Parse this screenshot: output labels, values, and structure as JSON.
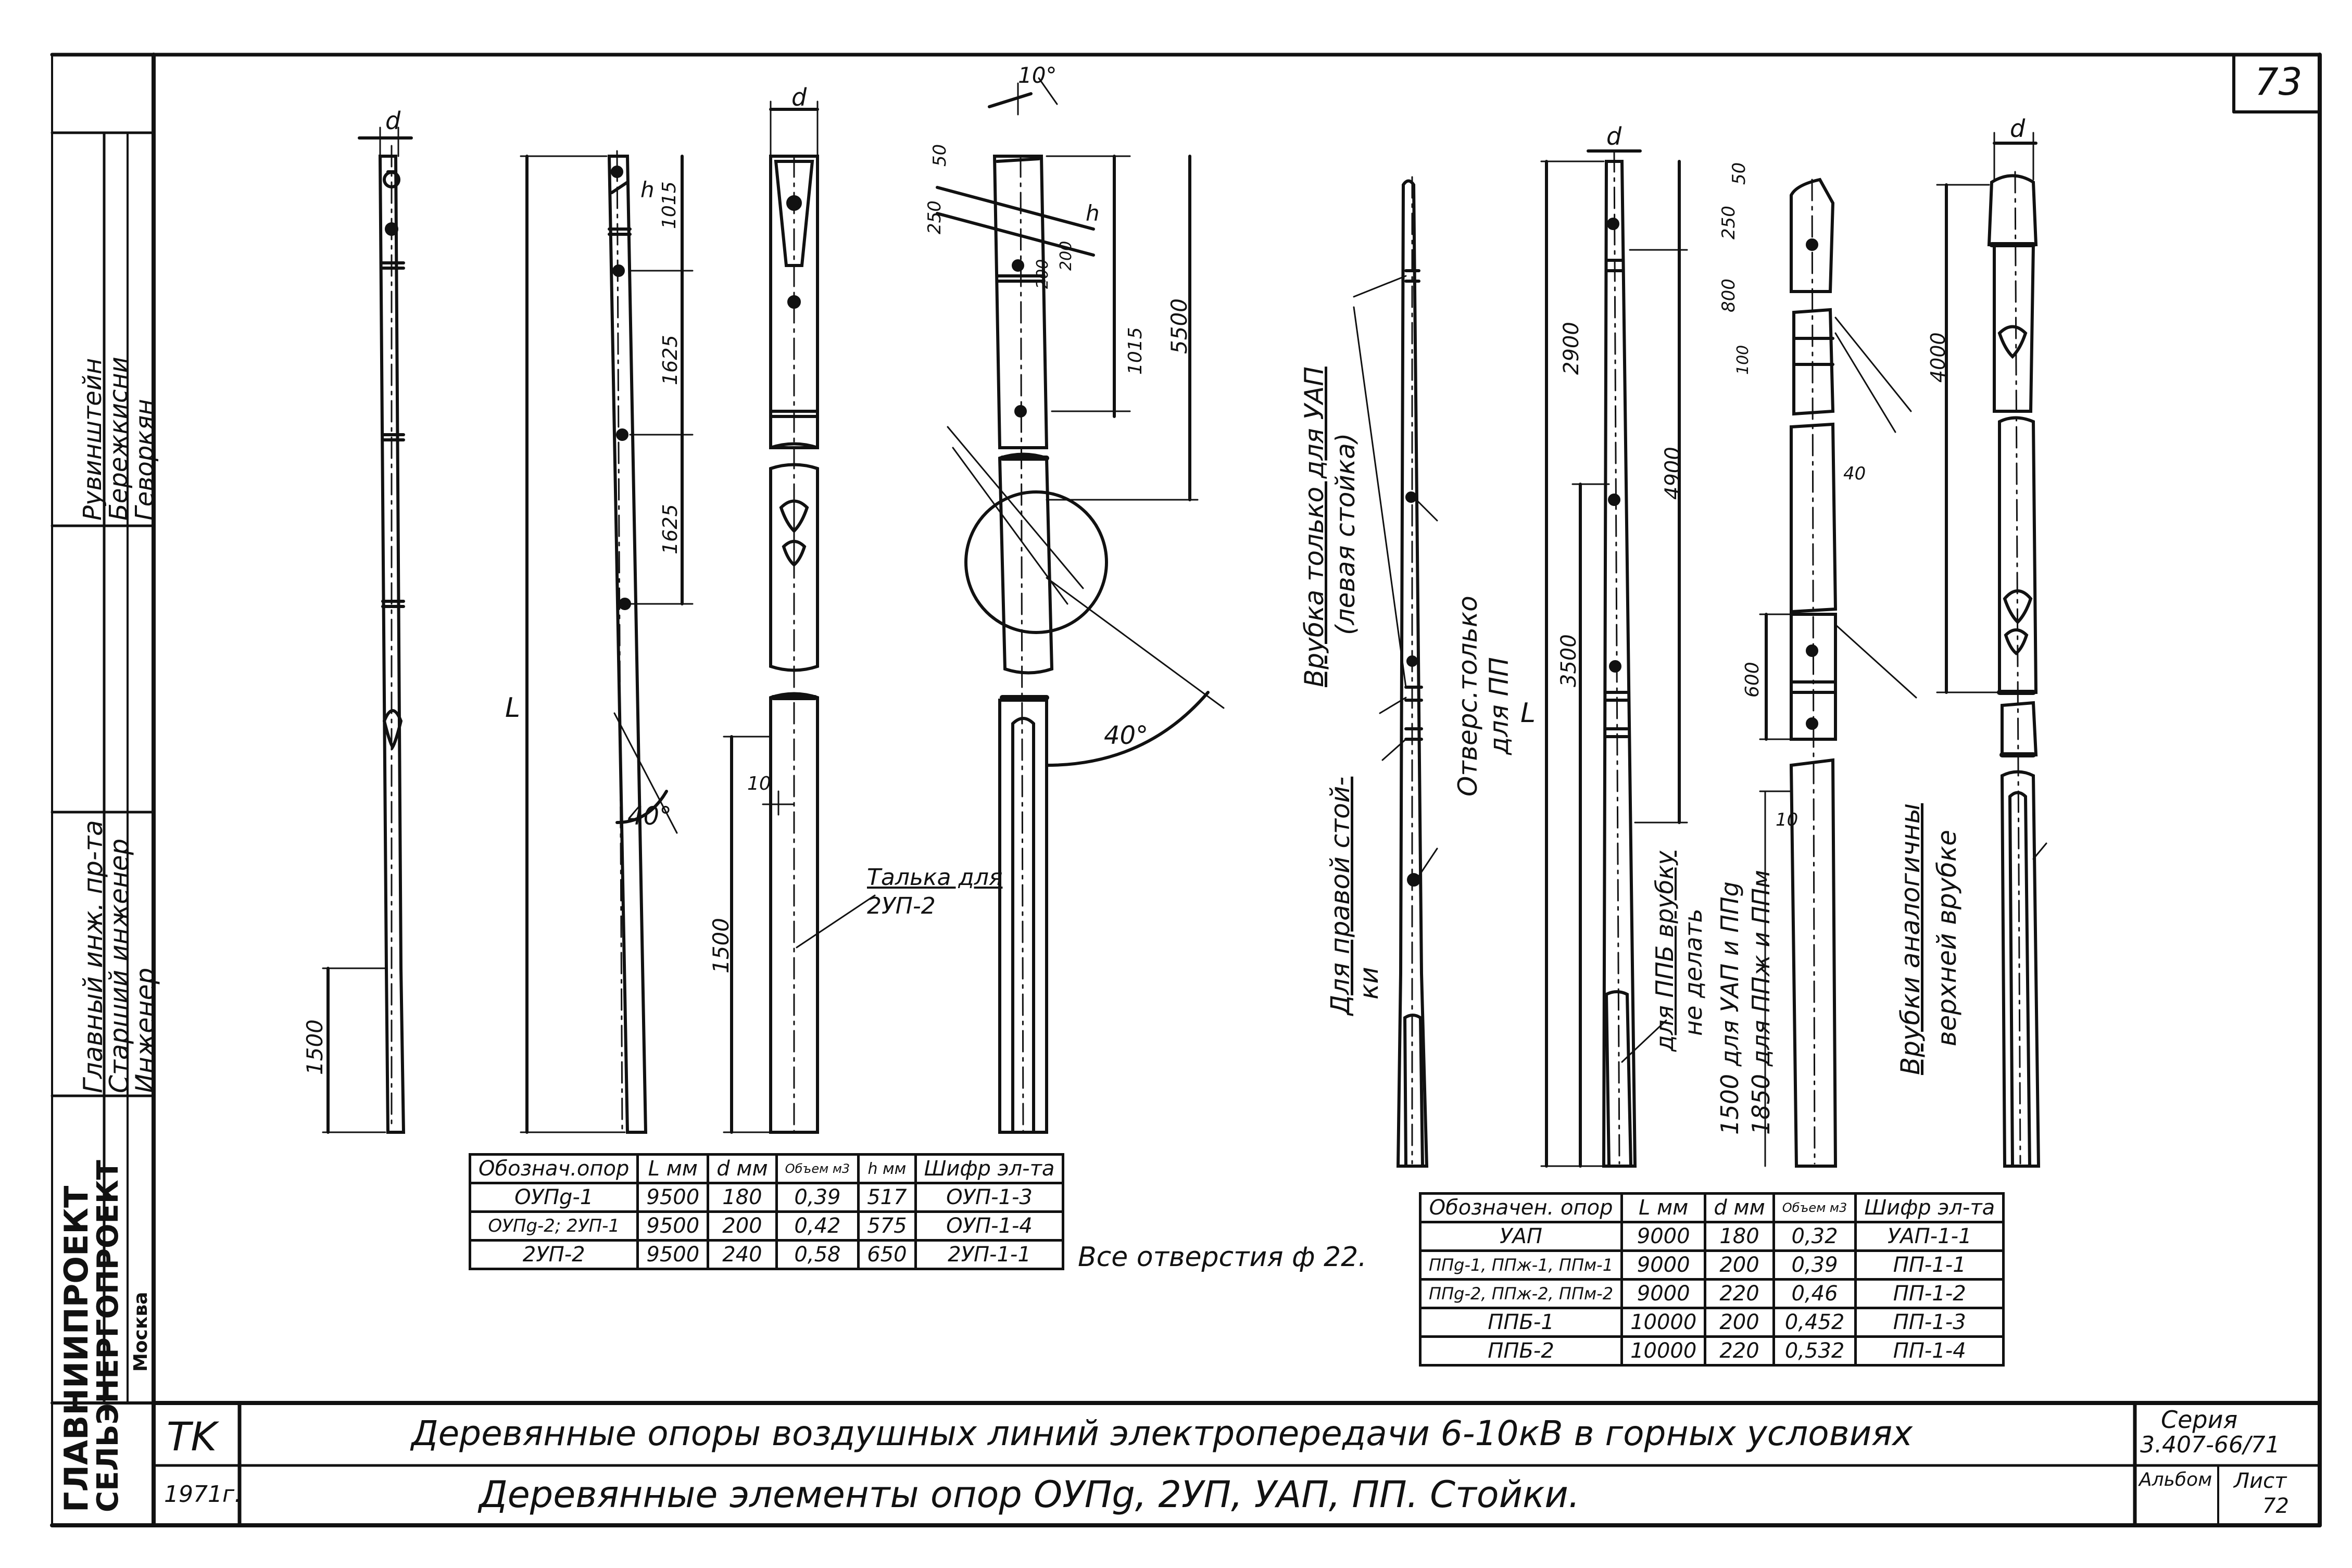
{
  "sheet": {
    "number": "73",
    "title_line_1": "Деревянные опоры воздушных линий электропередачи 6-10кВ в горных условиях",
    "title_line_2": "Деревянные элементы опор ОУПg, 2УП, УАП, ПП. Стойки.",
    "tk": "TK",
    "year": "1971г.",
    "series_label": "Серия",
    "series_value": "3.407-66/71",
    "album_label": "Альбом",
    "list_label": "Лист",
    "list_value": "72"
  },
  "stamp": {
    "org_1": "ГЛАВНИИПРОЕКТ",
    "org_2": "СЕЛЬЭНЕРГОПРОЕКТ",
    "org_city": "Москва",
    "roles": [
      "Главный инж. пр-та",
      "Старший инженер",
      "Инженер"
    ],
    "names": [
      "Рувинштейн",
      "Бережкисни",
      "Геворкян"
    ]
  },
  "notes": {
    "holes": "Все отверстия ф 22.",
    "talbka": "Талька для",
    "talbka_2": "2УП-2",
    "vrubka_top": "Врубка только для УАП",
    "vrubka_top_2": "(левая стойка)",
    "right_post": "Для правой стой-",
    "right_post_2": "ки",
    "holes_pp": "Отверс.только",
    "holes_pp_2": "для ПП",
    "no_vrubka": "для ППБ врубку",
    "no_vrubka_2": "не делать",
    "len_1500": "1500 для УАП и ППg",
    "len_1850": "1850 для ППж и ППм",
    "vrubki_similar": "Врубки аналогичны",
    "vrubki_similar_2": "верхней врубке"
  },
  "dims": {
    "d": "d",
    "h": "h",
    "L": "L",
    "a40": "40°",
    "a10": "10°",
    "d1500": "1500",
    "d1015": "1015",
    "d1625": "1625",
    "d5500": "5500",
    "d10": "10",
    "d50": "50",
    "d250": "250",
    "d200": "200",
    "d2900": "2900",
    "d4900": "4900",
    "d3500": "3500",
    "d600": "600",
    "d800": "800",
    "d100": "100",
    "d40": "40",
    "d4000": "4000"
  },
  "table1": {
    "headers": [
      "Обознач.опор",
      "L мм",
      "d мм",
      "Объем м3",
      "h мм",
      "Шифр эл-та"
    ],
    "rows": [
      [
        "ОУПg-1",
        "9500",
        "180",
        "0,39",
        "517",
        "ОУП-1-3"
      ],
      [
        "ОУПg-2; 2УП-1",
        "9500",
        "200",
        "0,42",
        "575",
        "ОУП-1-4"
      ],
      [
        "2УП-2",
        "9500",
        "240",
        "0,58",
        "650",
        "2УП-1-1"
      ]
    ]
  },
  "table2": {
    "headers": [
      "Обозначен. опор",
      "L мм",
      "d мм",
      "Объем м3",
      "Шифр эл-та"
    ],
    "rows": [
      [
        "УАП",
        "9000",
        "180",
        "0,32",
        "УАП-1-1"
      ],
      [
        "ППg-1, ППж-1, ППм-1",
        "9000",
        "200",
        "0,39",
        "ПП-1-1"
      ],
      [
        "ППg-2, ППж-2, ППм-2",
        "9000",
        "220",
        "0,46",
        "ПП-1-2"
      ],
      [
        "ППБ-1",
        "10000",
        "200",
        "0,452",
        "ПП-1-3"
      ],
      [
        "ППБ-2",
        "10000",
        "220",
        "0,532",
        "ПП-1-4"
      ]
    ]
  }
}
